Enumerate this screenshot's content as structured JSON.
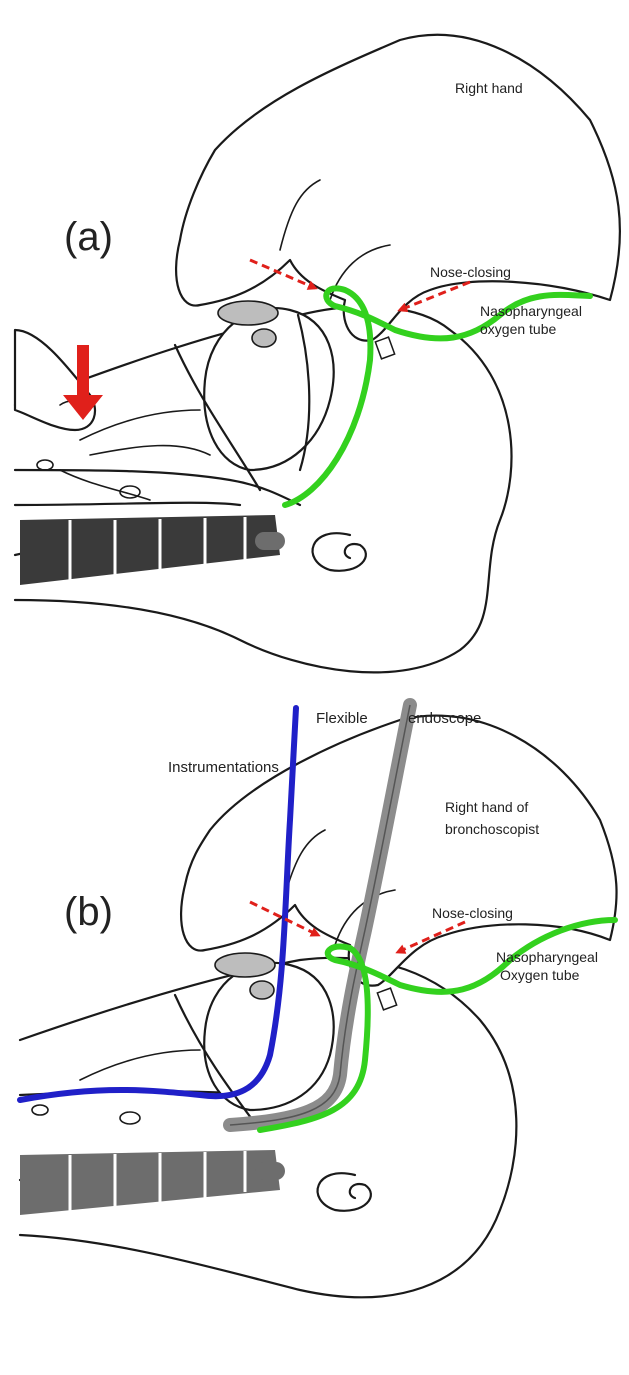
{
  "panels": [
    {
      "label": "(a)",
      "annotations": {
        "hand": "Right hand",
        "nose_closing": "Nose-closing",
        "tube_line1": "Nasopharyngeal",
        "tube_line2": "oxygen tube"
      }
    },
    {
      "label": "(b)",
      "annotations": {
        "flexible": "Flexible",
        "endoscope": "endoscope",
        "instrumentations": "Instrumentations",
        "hand_line1": "Right hand of",
        "hand_line2": "bronchoscopist",
        "nose_closing": "Nose-closing",
        "tube_line1": "Nasopharyngeal",
        "tube_line2": "Oxygen tube"
      }
    }
  ],
  "colors": {
    "arrow": "#e0201b",
    "oxygen_tube": "#33d11e",
    "instrument": "#2020c8",
    "endoscope": "#8c8c8c"
  },
  "icons": [
    "pressing-finger-icon",
    "red-arrow-icon",
    "dashed-arrow-icon"
  ]
}
